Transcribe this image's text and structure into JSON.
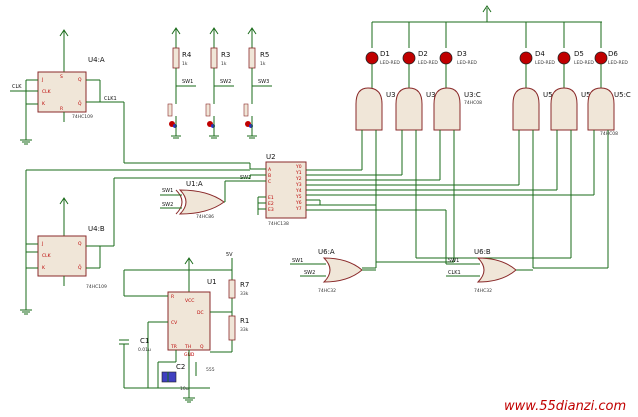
{
  "components": {
    "u4a": {
      "ref": "U4:A",
      "part": "74HC109"
    },
    "u4b": {
      "ref": "U4:B",
      "part": "74HC109"
    },
    "u2": {
      "ref": "U2",
      "part": "74HC138"
    },
    "u1a": {
      "ref": "U1:A",
      "part": "74HC86"
    },
    "u1": {
      "ref": "U1",
      "part": "555"
    },
    "u3": {
      "ref": "U3",
      "part": "74HC08"
    },
    "u3c": {
      "ref": "U3:C",
      "part": "74HC08"
    },
    "u5": {
      "ref": "U5",
      "part": "74HC08"
    },
    "u5c": {
      "ref": "U5:C",
      "part": "74HC08"
    },
    "u6a": {
      "ref": "U6:A",
      "part": "74HC32"
    },
    "u6b": {
      "ref": "U6:B",
      "part": "74HC32"
    },
    "r4": {
      "ref": "R4",
      "value": "1k"
    },
    "r3": {
      "ref": "R3",
      "value": "1k"
    },
    "r5": {
      "ref": "R5",
      "value": "1k"
    },
    "r7": {
      "ref": "R7",
      "value": "33k"
    },
    "r1": {
      "ref": "R1",
      "value": "33k"
    },
    "c1": {
      "ref": "C1",
      "value": "0.01u"
    },
    "c2": {
      "ref": "C2",
      "value": "10u"
    },
    "d1": {
      "ref": "D1",
      "part": "LED-RED"
    },
    "d2": {
      "ref": "D2",
      "part": "LED-RED"
    },
    "d3": {
      "ref": "D3",
      "part": "LED-RED"
    },
    "d4": {
      "ref": "D4",
      "part": "LED-RED"
    },
    "d5": {
      "ref": "D5",
      "part": "LED-RED"
    },
    "d6": {
      "ref": "D6",
      "part": "LED-RED"
    }
  },
  "signals": {
    "clk": "CLK",
    "clk1": "CLK1",
    "sw1": "SW1",
    "sw2": "SW2",
    "sw3": "SW3",
    "vcc": "5V"
  },
  "pins": {
    "j": "J",
    "k": "K",
    "clk": "CLK",
    "q": "Q",
    "qbar": "Q̄",
    "s": "S",
    "r": "R",
    "a": "A",
    "b": "B",
    "c": "C",
    "e1": "E1",
    "e2": "E2",
    "e3": "E3",
    "y0": "Y0",
    "y1": "Y1",
    "y2": "Y2",
    "y3": "Y3",
    "y4": "Y4",
    "y5": "Y5",
    "y6": "Y6",
    "y7": "Y7",
    "vcc": "VCC",
    "dc": "DC",
    "cv": "CV",
    "th": "TH",
    "tr": "TR",
    "gnd": "GND",
    "q555": "Q"
  },
  "watermark": "www.55dianzi.com"
}
